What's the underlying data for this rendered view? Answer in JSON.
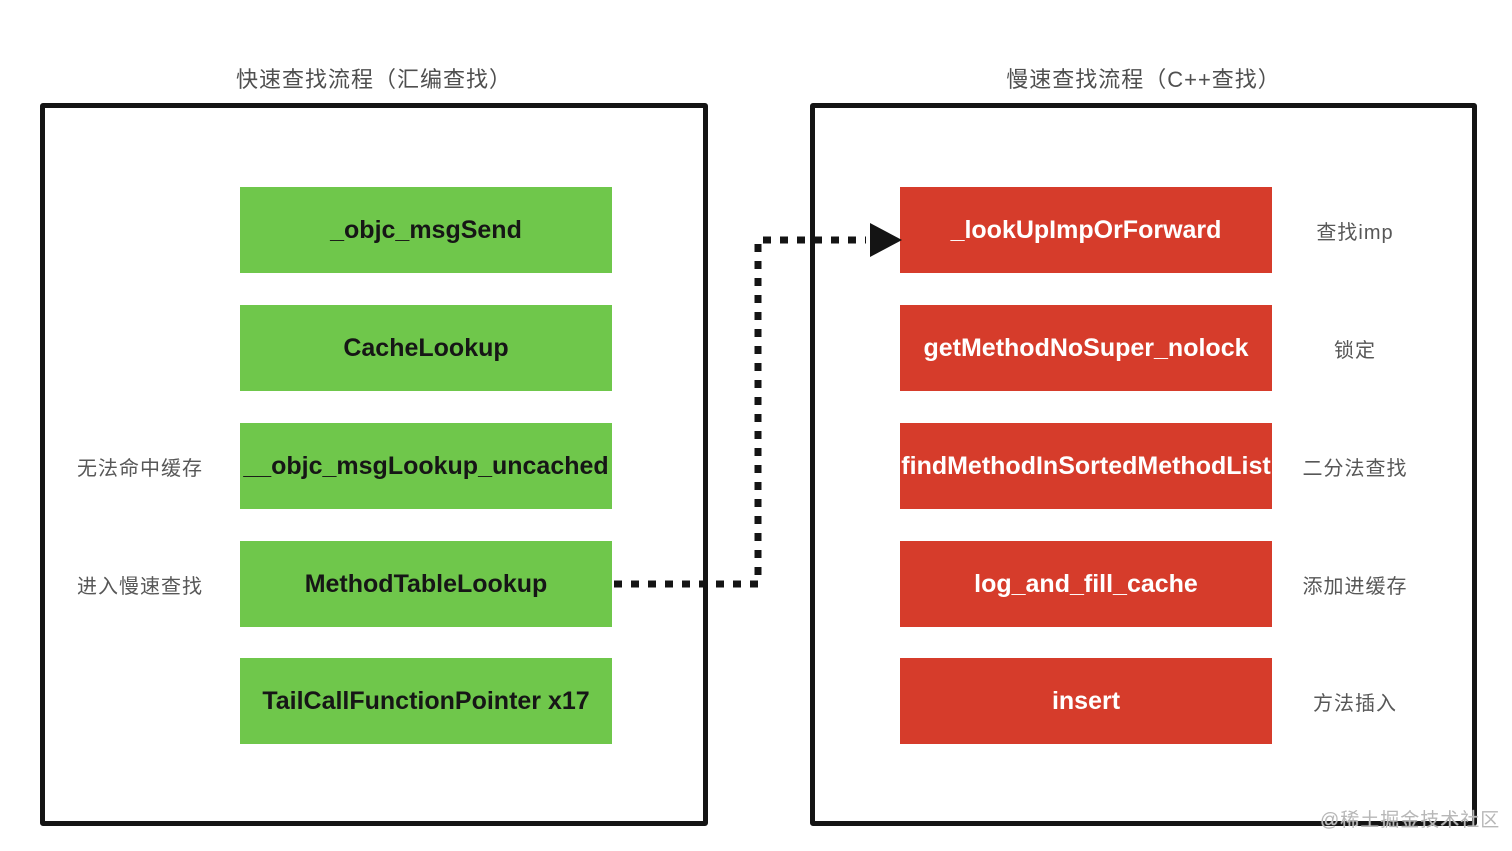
{
  "colors": {
    "node_green": "#6fc74b",
    "node_red": "#d63c2b",
    "green_text": "#161616",
    "red_text": "#ffffff",
    "panel_border": "#141414",
    "label_gray": "#575757",
    "watermark_gray": "#b7b7b7",
    "background": "#ffffff"
  },
  "left_panel": {
    "title": "快速查找流程（汇编查找）",
    "nodes": [
      {
        "label": "_objc_msgSend",
        "side_label": ""
      },
      {
        "label": "CacheLookup",
        "side_label": ""
      },
      {
        "label": "__objc_msgLookup_uncached",
        "side_label": "无法命中缓存"
      },
      {
        "label": "MethodTableLookup",
        "side_label": "进入慢速查找"
      },
      {
        "label": "TailCallFunctionPointer x17",
        "side_label": ""
      }
    ]
  },
  "right_panel": {
    "title": "慢速查找流程（C++查找）",
    "nodes": [
      {
        "label": "_lookUpImpOrForward",
        "side_label": "查找imp"
      },
      {
        "label": "getMethodNoSuper_nolock",
        "side_label": "锁定"
      },
      {
        "label": "findMethodInSortedMethodList",
        "side_label": "二分法查找"
      },
      {
        "label": "log_and_fill_cache",
        "side_label": "添加进缓存"
      },
      {
        "label": "insert",
        "side_label": "方法插入"
      }
    ]
  },
  "connector": {
    "type": "dotted-arrow",
    "from_label": "MethodTableLookup",
    "to_label": "_lookUpImpOrForward"
  },
  "watermark": {
    "text": "@稀土掘金技术社区"
  }
}
